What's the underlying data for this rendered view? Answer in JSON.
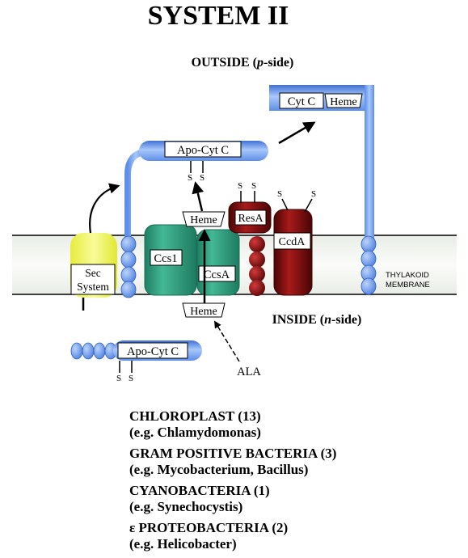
{
  "title": "SYSTEM II",
  "outside_label": "OUTSIDE (",
  "outside_italic": "p",
  "outside_suffix": "-side)",
  "inside_label": "INSIDE (",
  "inside_italic": "n",
  "inside_suffix": "-side)",
  "membrane_label": [
    "THYLAKOID",
    "MEMBRANE"
  ],
  "components": {
    "sec_system": [
      "Sec",
      "System"
    ],
    "ccs1": "Ccs1",
    "ccsa": "CcsA",
    "resa": "ResA",
    "ccda": "CcdA",
    "heme": "Heme",
    "apo_cyt_c": "Apo-Cyt C",
    "cyt_c": "Cyt C",
    "ala": "ALA",
    "disulfide_s": "S"
  },
  "organisms": [
    {
      "group": "CHLOROPLAST (13)",
      "example": "(e.g.  Chlamydomonas)"
    },
    {
      "group": "GRAM POSITIVE BACTERIA (3)",
      "example": "(e.g.  Mycobacterium, Bacillus)"
    },
    {
      "group": "CYANOBACTERIA (1)",
      "example": "(e.g.  Synechocystis)"
    },
    {
      "group": "ε PROTEOBACTERIA (2)",
      "example": "(e.g.  Helicobacter)"
    }
  ],
  "colors": {
    "membrane": "#f1f4ef",
    "sec": "#eef25a",
    "green": "#2a9a7c",
    "red_dark": "#5e0808",
    "red_mid": "#9a1515",
    "blue": "#6f9ff0",
    "blue_light": "#a9c8fa",
    "blue_dark": "#3f70d6"
  }
}
